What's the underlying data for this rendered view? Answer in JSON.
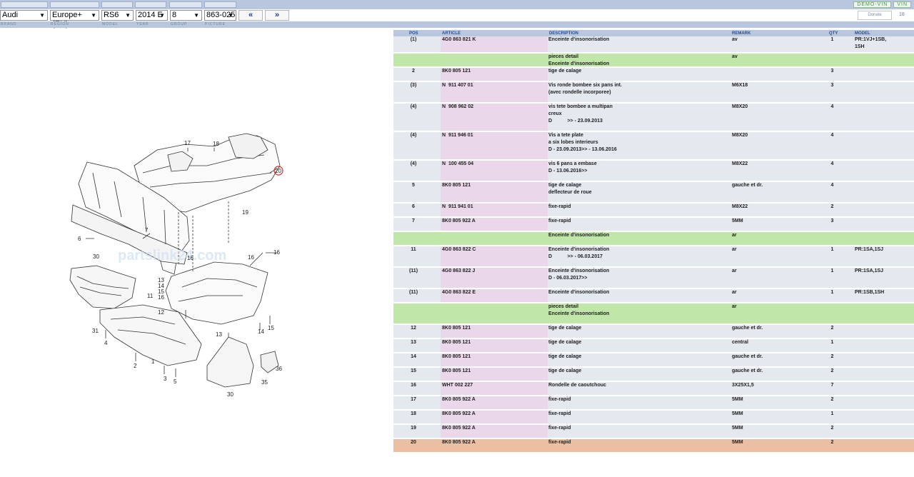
{
  "selectors": {
    "brand": "Audi",
    "region": "Europe+ (EU)",
    "model": "RS6",
    "year": "2014  E",
    "group": "8",
    "picture": "863-025",
    "prev_label": "«",
    "next_label": "»"
  },
  "selector_labels": [
    "BRAND",
    "REGION",
    "MODEL",
    "YEAR",
    "GROUP",
    "PICTURE"
  ],
  "top_buttons": {
    "demo_vin": "DEMO-VIN",
    "vin": "VIN"
  },
  "donate_label": "Donate",
  "counter": "18",
  "watermark": "partslink24.com",
  "diagram_labels": [
    "17",
    "18",
    "20",
    "19",
    "7",
    "6",
    "30",
    "16",
    "16",
    "13",
    "14",
    "15",
    "16",
    "11",
    "12",
    "16",
    "31",
    "4",
    "2",
    "1",
    "3",
    "5",
    "13",
    "14",
    "15",
    "36",
    "35",
    "30"
  ],
  "table": {
    "headers": [
      "POS",
      "ARTICLE",
      "DESCRIPTION",
      "REMARK",
      "QTY",
      "MODEL"
    ],
    "rows": [
      {
        "pos": "(1)",
        "article": "4G0 863 821 K",
        "desc": [
          "Enceinte d'insonorisation"
        ],
        "remark": "av",
        "qty": "1",
        "model": [
          "PR:1VJ+1SB,",
          "1SH"
        ],
        "type": "normal"
      },
      {
        "pos": "",
        "article": "",
        "desc": [
          "pieces detail",
          "Enceinte d'insonorisation"
        ],
        "remark": "av",
        "qty": "",
        "model": [],
        "type": "green"
      },
      {
        "pos": "2",
        "article": "8K0 805 121",
        "desc": [
          "tige de calage"
        ],
        "remark": "",
        "qty": "3",
        "model": [],
        "type": "normal"
      },
      {
        "pos": "(3)",
        "article": "N  911 407 01",
        "desc": [
          "Vis ronde bombee six pans int.",
          "(avec rondelle incorporee)"
        ],
        "remark": "M6X18",
        "qty": "3",
        "model": [],
        "type": "normal"
      },
      {
        "pos": "(4)",
        "article": "N  908 962 02",
        "desc": [
          "vis tete bombee a multipan",
          "creux",
          "D           >> - 23.09.2013"
        ],
        "remark": "M8X20",
        "qty": "4",
        "model": [],
        "type": "normal"
      },
      {
        "pos": "(4)",
        "article": "N  911 946 01",
        "desc": [
          "Vis a tete plate",
          "a six lobes interieurs",
          "D - 23.09.2013>> - 13.06.2016"
        ],
        "remark": "M8X20",
        "qty": "4",
        "model": [],
        "type": "normal"
      },
      {
        "pos": "(4)",
        "article": "N  100 455 04",
        "desc": [
          "vis 6 pans a embase",
          "D - 13.06.2016>>"
        ],
        "remark": "M8X22",
        "qty": "4",
        "model": [],
        "type": "normal"
      },
      {
        "pos": "5",
        "article": "8K0 805 121",
        "desc": [
          "tige de calage",
          "deflecteur de roue"
        ],
        "remark": "gauche et dr.",
        "qty": "4",
        "model": [],
        "type": "normal"
      },
      {
        "pos": "6",
        "article": "N  911 941 01",
        "desc": [
          "fixe-rapid"
        ],
        "remark": "M8X22",
        "qty": "2",
        "model": [],
        "type": "normal"
      },
      {
        "pos": "7",
        "article": "8K0 805 922 A",
        "desc": [
          "fixe-rapid"
        ],
        "remark": "5MM",
        "qty": "3",
        "model": [],
        "type": "normal"
      },
      {
        "pos": "",
        "article": "",
        "desc": [
          "Enceinte d'insonorisation"
        ],
        "remark": "ar",
        "qty": "",
        "model": [],
        "type": "green"
      },
      {
        "pos": "11",
        "article": "4G0 863 822 C",
        "desc": [
          "Enceinte d'insonorisation",
          "D           >> - 06.03.2017"
        ],
        "remark": "ar",
        "qty": "1",
        "model": [
          "PR:1SA,1SJ"
        ],
        "type": "normal"
      },
      {
        "pos": "(11)",
        "article": "4G0 863 822 J",
        "desc": [
          "Enceinte d'insonorisation",
          "D - 06.03.2017>>"
        ],
        "remark": "ar",
        "qty": "1",
        "model": [
          "PR:1SA,1SJ"
        ],
        "type": "normal"
      },
      {
        "pos": "(11)",
        "article": "4G0 863 822 E",
        "desc": [
          "Enceinte d'insonorisation"
        ],
        "remark": "ar",
        "qty": "1",
        "model": [
          "PR:1SB,1SH"
        ],
        "type": "normal"
      },
      {
        "pos": "",
        "article": "",
        "desc": [
          "pieces detail",
          "Enceinte d'insonorisation"
        ],
        "remark": "ar",
        "qty": "",
        "model": [],
        "type": "green"
      },
      {
        "pos": "12",
        "article": "8K0 805 121",
        "desc": [
          "tige de calage"
        ],
        "remark": "gauche et dr.",
        "qty": "2",
        "model": [],
        "type": "normal"
      },
      {
        "pos": "13",
        "article": "8K0 805 121",
        "desc": [
          "tige de calage"
        ],
        "remark": "central",
        "qty": "1",
        "model": [],
        "type": "normal"
      },
      {
        "pos": "14",
        "article": "8K0 805 121",
        "desc": [
          "tige de calage"
        ],
        "remark": "gauche et dr.",
        "qty": "2",
        "model": [],
        "type": "normal"
      },
      {
        "pos": "15",
        "article": "8K0 805 121",
        "desc": [
          "tige de calage"
        ],
        "remark": "gauche et dr.",
        "qty": "2",
        "model": [],
        "type": "normal"
      },
      {
        "pos": "16",
        "article": "WHT 002 227",
        "desc": [
          "Rondelle de caoutchouc"
        ],
        "remark": "3X25X1,5",
        "qty": "7",
        "model": [],
        "type": "normal"
      },
      {
        "pos": "17",
        "article": "8K0 805 922 A",
        "desc": [
          "fixe-rapid"
        ],
        "remark": "5MM",
        "qty": "2",
        "model": [],
        "type": "normal"
      },
      {
        "pos": "18",
        "article": "8K0 805 922 A",
        "desc": [
          "fixe-rapid"
        ],
        "remark": "5MM",
        "qty": "1",
        "model": [],
        "type": "normal"
      },
      {
        "pos": "19",
        "article": "8K0 805 922 A",
        "desc": [
          "fixe-rapid"
        ],
        "remark": "5MM",
        "qty": "2",
        "model": [],
        "type": "normal"
      },
      {
        "pos": "20",
        "article": "8K0 805 922 A",
        "desc": [
          "fixe-rapid"
        ],
        "remark": "5MM",
        "qty": "2",
        "model": [],
        "type": "highlight"
      }
    ]
  },
  "colors": {
    "header_band": "#b9c7de",
    "row_bg": "#e4e8ef",
    "article_bg": "#ead8ea",
    "green_row": "#c1e6a9",
    "highlight_row": "#edbfa2",
    "callout_red": "#d92b2b"
  }
}
